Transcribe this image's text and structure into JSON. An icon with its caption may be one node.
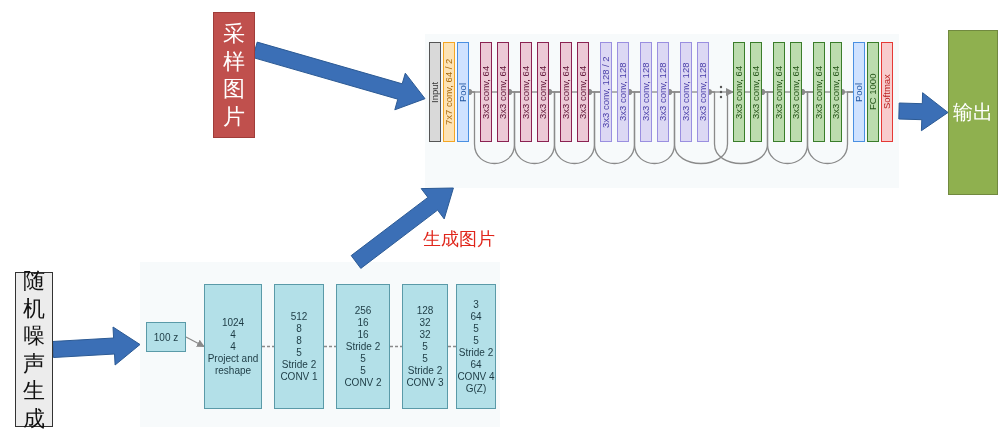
{
  "diagram": {
    "nodes": [
      {
        "text": [
          "采样图片"
        ]
      },
      {
        "text": [],
        "shape": "picture"
      },
      {
        "text": [
          "Input"
        ],
        "in": 1
      },
      {
        "text": [
          "7x7 conv, 64 / 2"
        ],
        "in": 1
      },
      {
        "text": [
          "Pool"
        ],
        "in": 1
      },
      {
        "text": [
          "3x3 conv, 64"
        ],
        "in": 1
      },
      {
        "text": [
          "3x3 conv, 64"
        ],
        "in": 1
      },
      {
        "text": [
          "3x3 conv, 64"
        ],
        "in": 1
      },
      {
        "text": [
          "3x3 conv, 64"
        ],
        "in": 1
      },
      {
        "text": [
          "3x3 conv, 64"
        ],
        "in": 1
      },
      {
        "text": [
          "3x3 conv, 64"
        ],
        "in": 1
      },
      {
        "text": [
          "3x3 conv, 128 / 2"
        ],
        "in": 1
      },
      {
        "text": [
          "3x3 conv, 128"
        ],
        "in": 1
      },
      {
        "text": [
          "3x3 conv, 128"
        ],
        "in": 1
      },
      {
        "text": [
          "3x3 conv, 128"
        ],
        "in": 1
      },
      {
        "text": [
          "3x3 conv, 128"
        ],
        "in": 1
      },
      {
        "text": [
          "3x3 conv, 128"
        ],
        "in": 1
      },
      {
        "text": [
          "3x3 conv, 64"
        ],
        "in": 1
      },
      {
        "text": [
          "3x3 conv, 64"
        ],
        "in": 1
      },
      {
        "text": [
          "3x3 conv, 64"
        ],
        "in": 1
      },
      {
        "text": [
          "3x3 conv, 64"
        ],
        "in": 1
      },
      {
        "text": [
          "3x3 conv, 64"
        ],
        "in": 1
      },
      {
        "text": [
          "3x3 conv, 64"
        ],
        "in": 1
      },
      {
        "text": [
          "Pool"
        ],
        "in": 1
      },
      {
        "text": [
          "FC 1000"
        ],
        "in": 1
      },
      {
        "text": [
          "Softmax"
        ],
        "in": 1
      },
      {
        "text": [
          "输出"
        ]
      },
      {
        "text": [
          "随机噪声生成"
        ]
      },
      {
        "text": [],
        "shape": "picture"
      },
      {
        "text": [
          "100 z"
        ],
        "in": 28
      },
      {
        "text": [
          "1024",
          "4",
          "4",
          "Project and reshape"
        ],
        "in": 28
      },
      {
        "text": [
          "512",
          "8",
          "8",
          "5",
          "Stride 2",
          "CONV 1"
        ],
        "in": 28
      },
      {
        "text": [
          "256",
          "16",
          "16",
          "Stride 2",
          "5",
          "5",
          "CONV 2"
        ],
        "in": 28
      },
      {
        "text": [
          "128",
          "32",
          "32",
          "5",
          "5",
          "Stride 2",
          "CONV 3"
        ],
        "in": 28
      },
      {
        "text": [
          "3",
          "64",
          "5",
          "5",
          "Stride 2",
          "64",
          "CONV 4",
          "G(Z)"
        ],
        "in": 28
      }
    ],
    "edges": [
      {
        "from": 0,
        "to": 1,
        "arrow": "to",
        "style": "thick",
        "color": "#3b6fb6"
      },
      {
        "from": 4,
        "to": 5,
        "arrow": "other"
      },
      {
        "from": 5,
        "to": 6,
        "arrow": "none"
      },
      {
        "from": 6,
        "to": 7,
        "arrow": "other"
      },
      {
        "from": 7,
        "to": 8,
        "arrow": "none"
      },
      {
        "from": 8,
        "to": 9,
        "arrow": "other"
      },
      {
        "from": 9,
        "to": 10,
        "arrow": "none"
      },
      {
        "from": 10,
        "to": 11,
        "arrow": "other"
      },
      {
        "from": 11,
        "to": 12,
        "arrow": "none"
      },
      {
        "from": 12,
        "to": 13,
        "arrow": "other"
      },
      {
        "from": 13,
        "to": 14,
        "arrow": "none"
      },
      {
        "from": 14,
        "to": 15,
        "arrow": "other"
      },
      {
        "from": 15,
        "to": 16,
        "arrow": "none"
      },
      {
        "from": 16,
        "to": 17,
        "arrow": "to"
      },
      {
        "from": 17,
        "to": 18,
        "arrow": "none"
      },
      {
        "from": 18,
        "to": 19,
        "arrow": "other"
      },
      {
        "from": 19,
        "to": 20,
        "arrow": "none"
      },
      {
        "from": 20,
        "to": 21,
        "arrow": "other"
      },
      {
        "from": 21,
        "to": 22,
        "arrow": "none"
      },
      {
        "from": 22,
        "to": 23,
        "arrow": "other"
      },
      {
        "from": 4,
        "to": 7,
        "arrow": "other"
      },
      {
        "from": 6,
        "to": 9,
        "arrow": "other"
      },
      {
        "from": 8,
        "to": 11,
        "arrow": "other"
      },
      {
        "from": 10,
        "to": 13,
        "arrow": "other"
      },
      {
        "from": 12,
        "to": 15,
        "arrow": "other"
      },
      {
        "from": 14,
        "to": 17,
        "arrow": "other"
      },
      {
        "from": 16,
        "to": 19,
        "arrow": "other"
      },
      {
        "from": 18,
        "to": 21,
        "arrow": "other"
      },
      {
        "from": 20,
        "to": 23,
        "arrow": "other"
      },
      {
        "from": 1,
        "to": 26,
        "arrow": "to",
        "style": "thick",
        "color": "#3b6fb6"
      },
      {
        "from": 27,
        "to": 28,
        "arrow": "to",
        "style": "thick",
        "color": "#3b6fb6"
      },
      {
        "from": 28,
        "to": 1,
        "arrow": "to",
        "label": "生成图片",
        "style": "thick",
        "color": "#3b6fb6"
      },
      {
        "from": 29,
        "to": 30,
        "arrow": "to"
      },
      {
        "from": 30,
        "to": 31,
        "arrow": "none",
        "style": "dashed"
      },
      {
        "from": 31,
        "to": 32,
        "arrow": "none",
        "style": "dashed"
      },
      {
        "from": 32,
        "to": 33,
        "arrow": "none",
        "style": "dashed"
      },
      {
        "from": 33,
        "to": 34,
        "arrow": "none",
        "style": "dashed"
      }
    ]
  }
}
